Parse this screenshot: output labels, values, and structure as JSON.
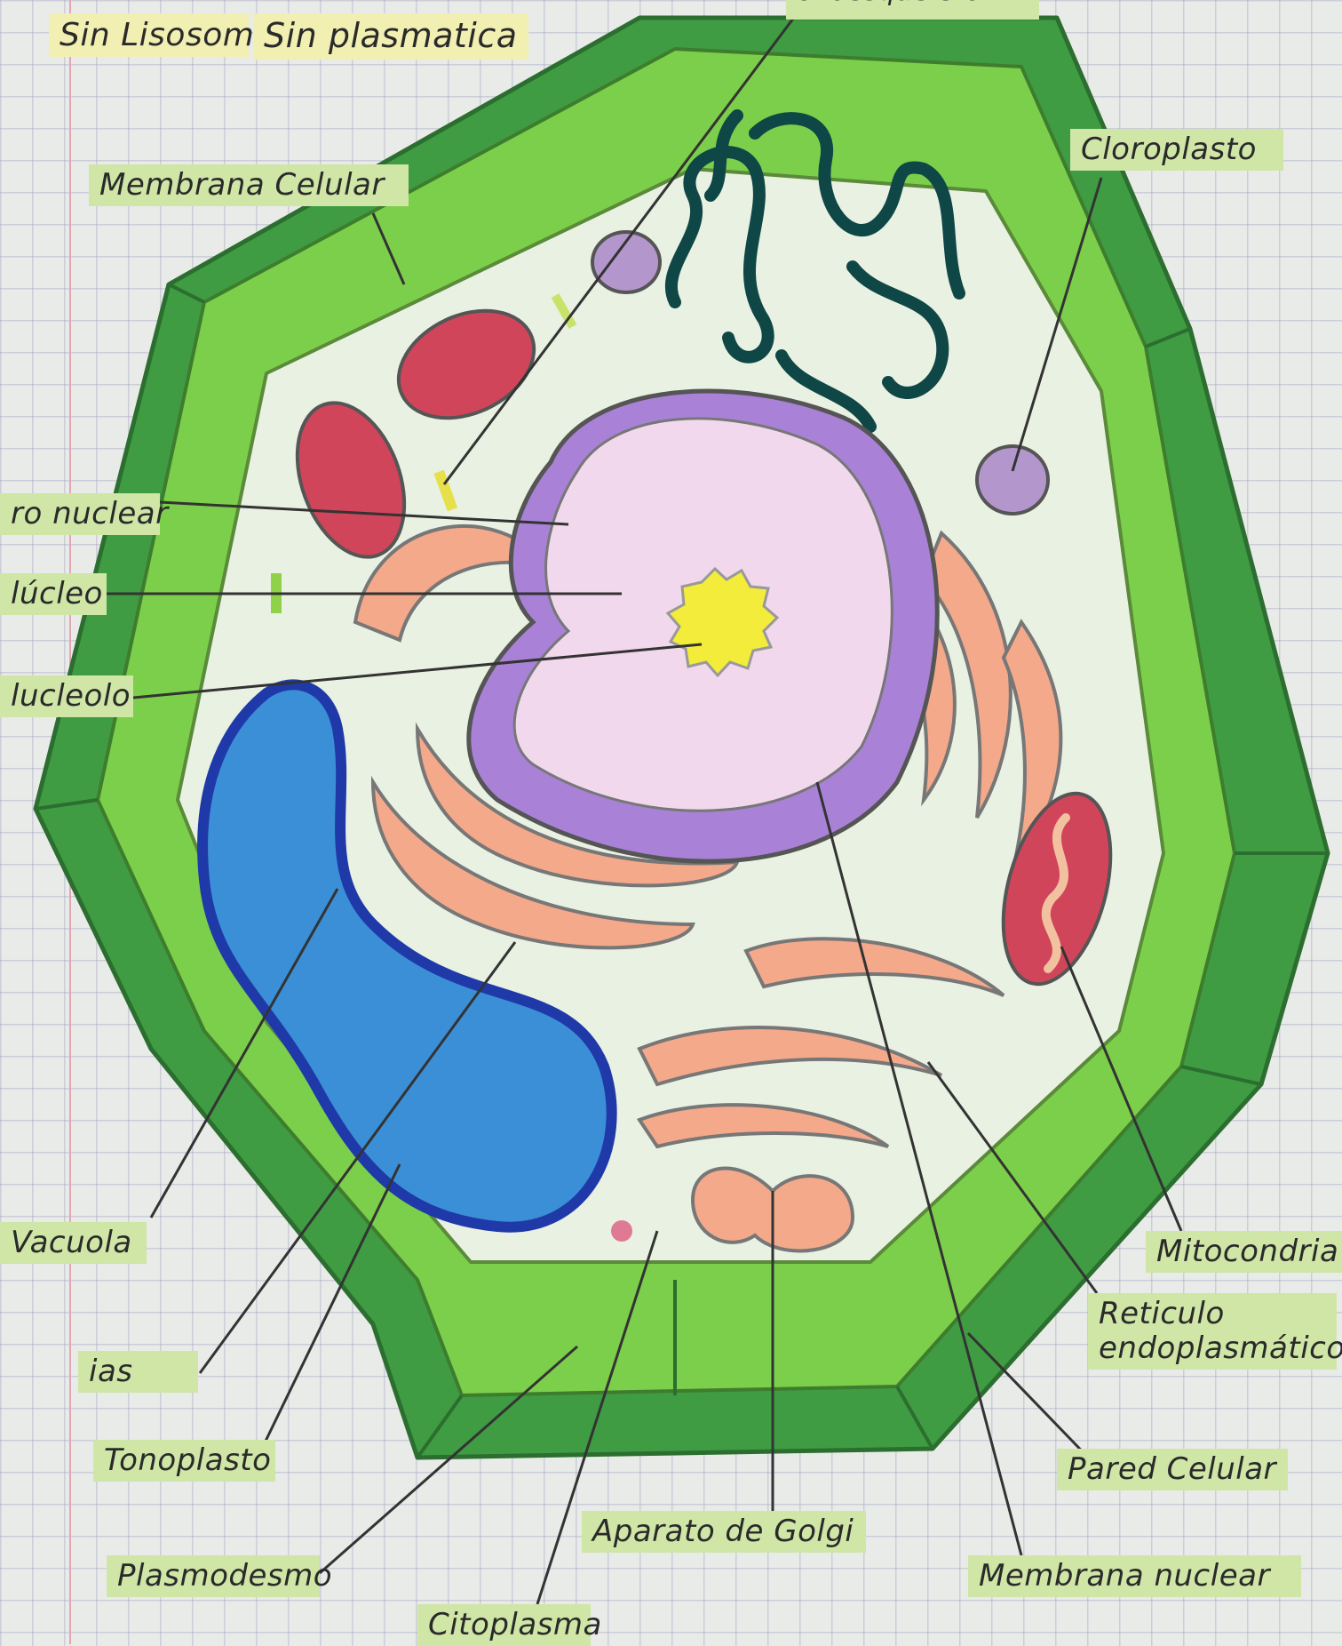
{
  "notes": {
    "sin_lisosomas": "Sin Lisosomas",
    "sin_plasmatica": "Sin plasmatica",
    "top_partial": "citoesqueleto"
  },
  "labels": {
    "membrana_celular": "Membrana Celular",
    "cloroplasto": "Cloroplasto",
    "poro_nuclear": "ro nuclear",
    "nucleo": "lúcleo",
    "nucleolo": "lucleolo",
    "vacuola": "Vacuola",
    "ribosomas_partial": "ias",
    "tonoplasto": "Tonoplasto",
    "plasmodesmo": "Plasmodesmo",
    "citoplasma": "Citoplasma",
    "aparato_golgi": "Aparato de Golgi",
    "membrana_nuclear": "Membrana nuclear",
    "pared_celular": "Pared Celular",
    "reticulo": "Reticulo endoplasmático",
    "mitocondria": "Mitocondria"
  },
  "colors": {
    "cell_wall": "#3f9c42",
    "cell_wall_light": "#7ccf4a",
    "cytoplasm": "#e9f1e2",
    "vacuole": "#3b8fd6",
    "vacuole_border": "#1f3aa8",
    "nucleus": "#f2d8ec",
    "nuclear_membrane": "#a982d8",
    "nucleolus": "#f3ec3a",
    "er": "#f3a98a",
    "mitochondria": "#d0455a",
    "chloroplast": "#b296cc",
    "cytoskeleton": "#0f4646",
    "label_bg": "#cfe6a6",
    "note_bg": "#f2efb2"
  }
}
